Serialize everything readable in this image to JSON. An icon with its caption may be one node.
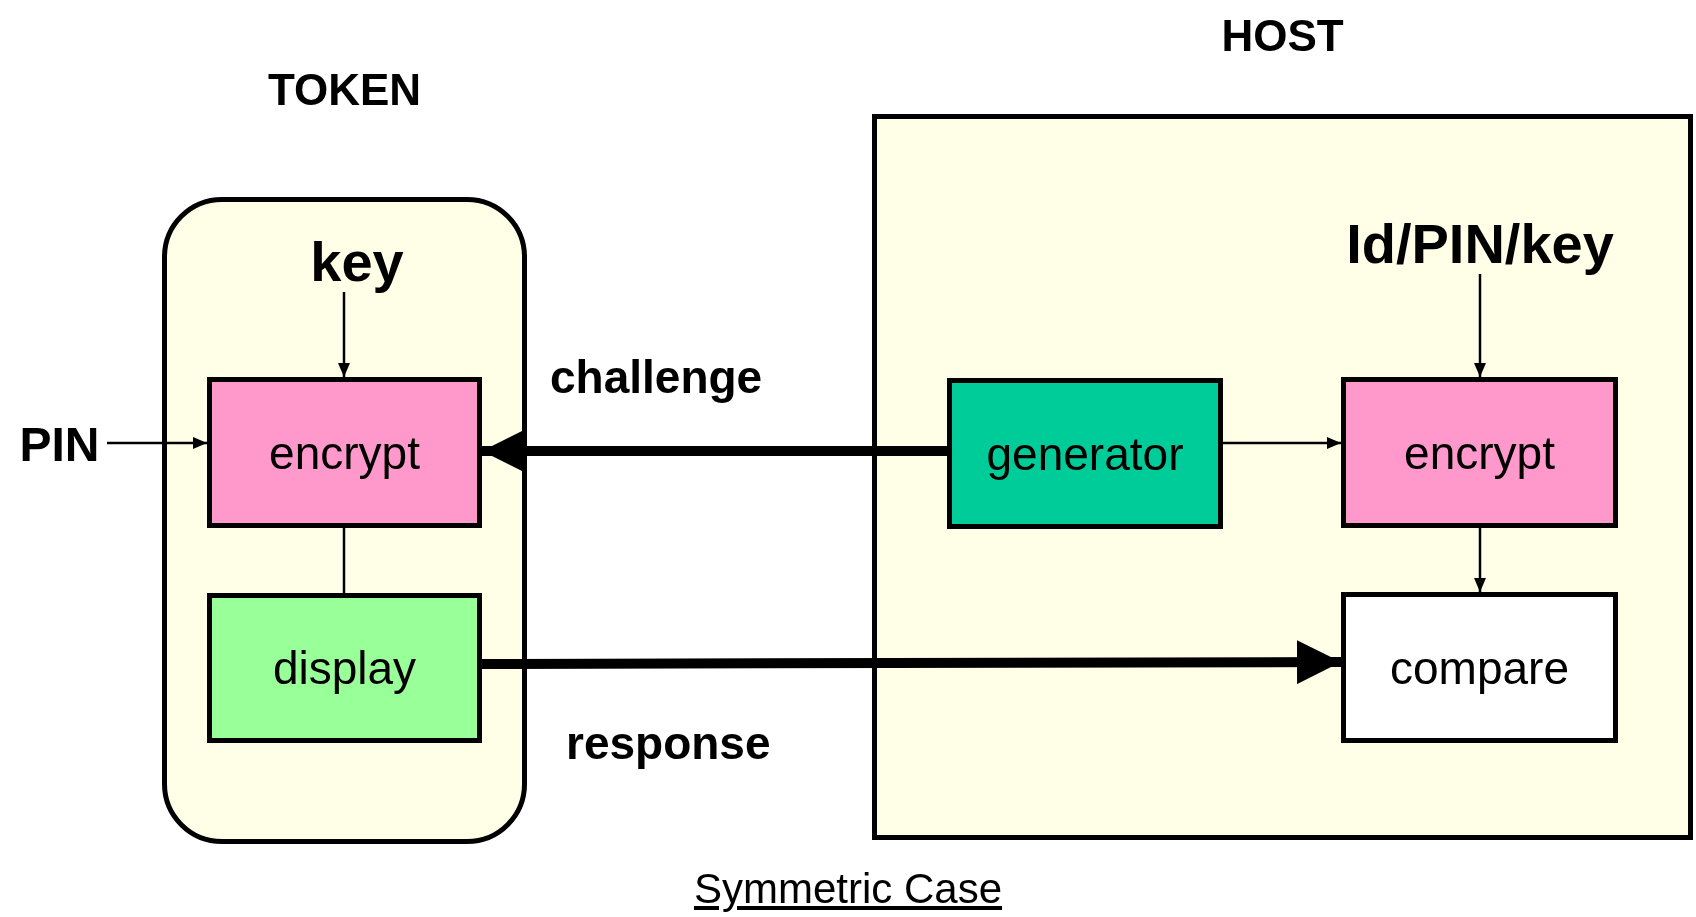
{
  "diagram": {
    "caption": "Symmetric Case",
    "nodes": [
      {
        "text": [
          "TOKEN"
        ]
      },
      {
        "text": [
          "key"
        ],
        "in": 0
      },
      {
        "text": [
          "encrypt"
        ],
        "in": 0
      },
      {
        "text": [
          "display"
        ],
        "in": 0
      },
      {
        "text": [
          "PIN"
        ]
      },
      {
        "text": [
          "HOST"
        ]
      },
      {
        "text": [
          "Id/PIN/key"
        ],
        "in": 5
      },
      {
        "text": [
          "generator"
        ],
        "in": 5
      },
      {
        "text": [
          "encrypt"
        ],
        "in": 5
      },
      {
        "text": [
          "compare"
        ],
        "in": 5
      }
    ],
    "edges": [
      {
        "from": 1,
        "to": 2,
        "arrow": "to"
      },
      {
        "from": 4,
        "to": 2,
        "arrow": "to"
      },
      {
        "from": 2,
        "to": 3,
        "arrow": "none"
      },
      {
        "from": 7,
        "to": 2,
        "arrow": "to",
        "style": "thick",
        "label": "challenge"
      },
      {
        "from": 7,
        "to": 8,
        "arrow": "to"
      },
      {
        "from": 6,
        "to": 8,
        "arrow": "to"
      },
      {
        "from": 8,
        "to": 9,
        "arrow": "to"
      },
      {
        "from": 3,
        "to": 9,
        "arrow": "to",
        "style": "thick",
        "label": "response"
      }
    ]
  }
}
